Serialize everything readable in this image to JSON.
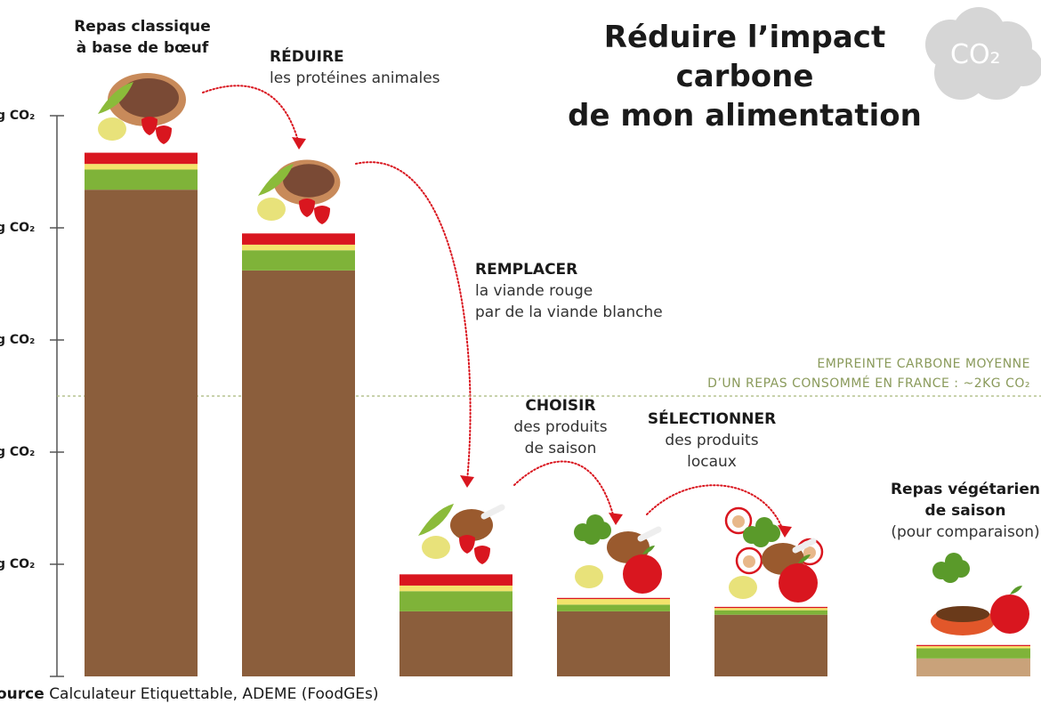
{
  "title": [
    "Réduire l’impact carbone",
    "de mon alimentation"
  ],
  "cloud_text": "CO₂",
  "chart_data": {
    "type": "bar",
    "stacked": true,
    "categories": [
      "Repas classique à base de bœuf",
      "Réduire les protéines animales",
      "Remplacer la viande rouge par de la viande blanche",
      "Choisir des produits de saison",
      "Sélectionner des produits locaux",
      "Repas végétarien de saison (pour comparaison)"
    ],
    "series": [
      {
        "values": [
          4.34,
          3.62,
          0.58,
          0.58,
          0.55,
          0.16
        ]
      },
      {
        "values": [
          0.18,
          0.18,
          0.18,
          0.06,
          0.04,
          0.09
        ]
      },
      {
        "values": [
          0.05,
          0.05,
          0.05,
          0.05,
          0.02,
          0.02
        ]
      },
      {
        "values": [
          0.1,
          0.1,
          0.1,
          0.01,
          0.01,
          0.01
        ]
      }
    ],
    "series_colors": [
      "#8b5e3c",
      "#7fb339",
      "#f3e36b",
      "#d9161f"
    ],
    "ylim": [
      0,
      5
    ],
    "yticks": [
      1,
      2,
      3,
      4,
      5
    ],
    "ytick_labels": [
      "g CO₂",
      "g CO₂",
      "g CO₂",
      "g CO₂",
      "g CO₂"
    ],
    "reference_line": {
      "value": 2.5,
      "label": [
        "EMPREINTE CARBONE MOYENNE",
        "D’UN REPAS CONSOMMÉ EN FRANCE : ~2KG CO₂"
      ]
    },
    "annotations": {
      "bar1": [
        "Repas classique",
        "à base de bœuf"
      ],
      "step1": {
        "head": "RÉDUIRE",
        "text": [
          "les protéines animales"
        ]
      },
      "step2": {
        "head": "REMPLACER",
        "text": [
          "la viande rouge",
          "par de la viande blanche"
        ]
      },
      "step3": {
        "head": "CHOISIR",
        "text": [
          "des produits",
          "de saison"
        ]
      },
      "step4": {
        "head": "SÉLECTIONNER",
        "text": [
          "des produits",
          "locaux"
        ]
      },
      "bar6": [
        "Repas végétarien",
        "de saison"
      ],
      "bar6_note": "(pour comparaison)"
    },
    "source_label": "ource",
    "source_text": "Calculateur Etiquettable, ADEME (FoodGEs)"
  },
  "colors": {
    "arrow": "#d9161f",
    "reference": "#a8b87a",
    "axis": "#555555",
    "cloud": "#d6d6d6",
    "accent_green": "#8a9a5b"
  }
}
